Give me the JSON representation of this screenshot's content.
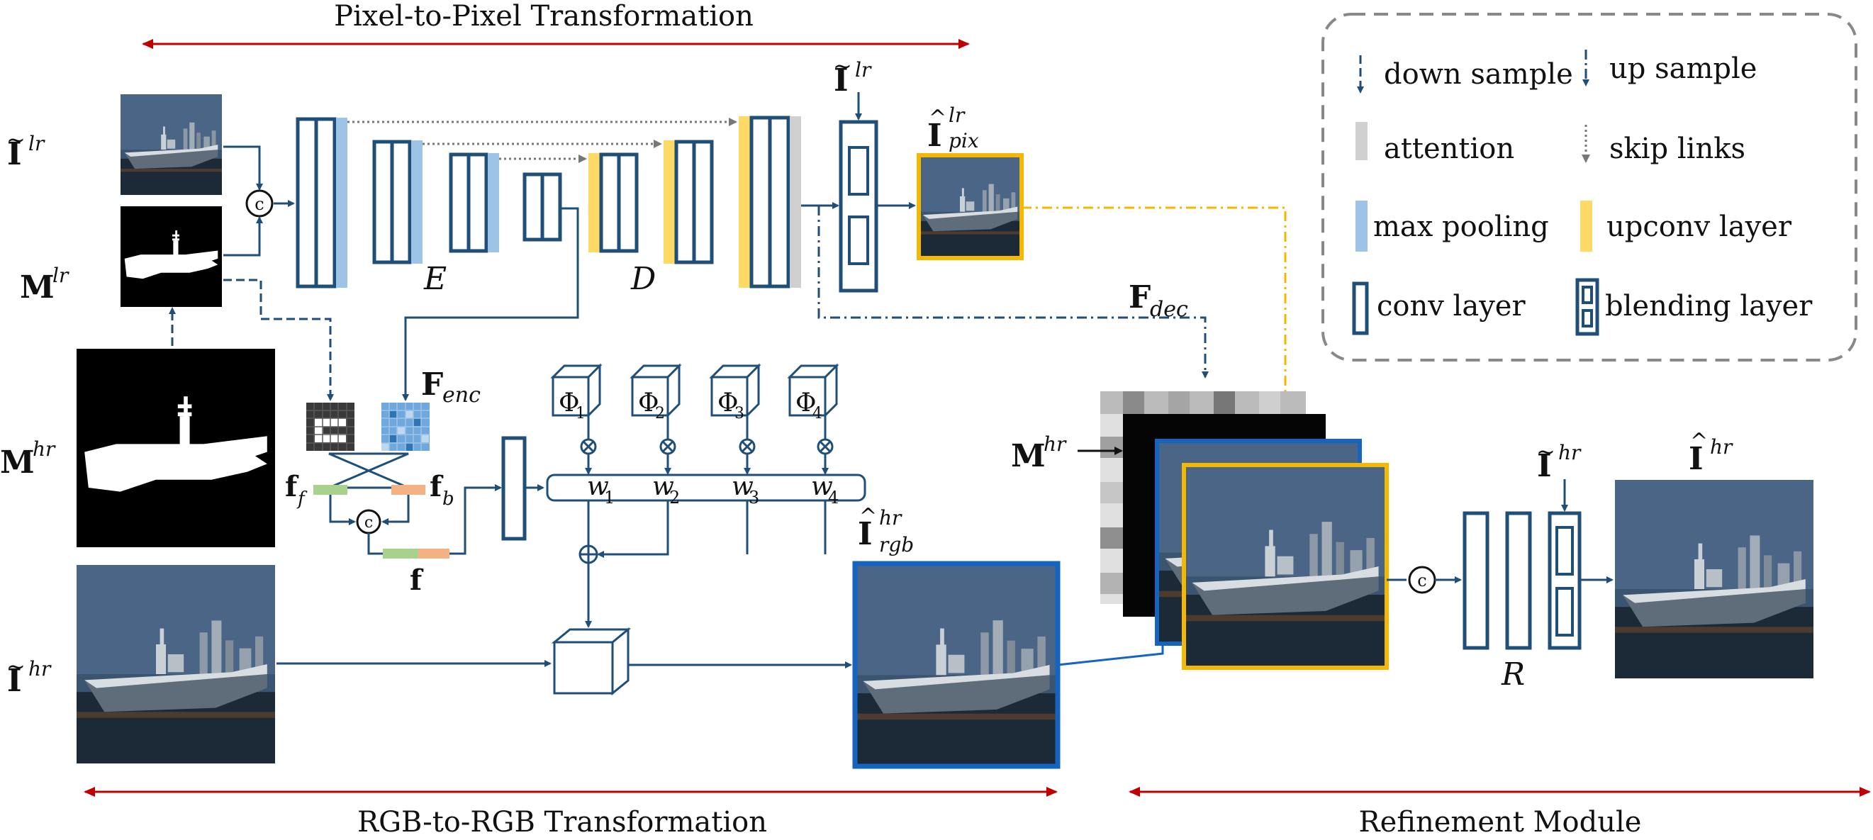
{
  "titles": {
    "pixel": "Pixel-to-Pixel Transformation",
    "rgb": "RGB-to-RGB Transformation",
    "refine": "Refinement Module"
  },
  "legend": {
    "down_sample": "down sample",
    "up_sample": "up sample",
    "attention": "attention",
    "skip_links": "skip links",
    "max_pooling": "max pooling",
    "upconv_layer": "upconv layer",
    "conv_layer": "conv layer",
    "blending_layer": "blending layer"
  },
  "labels": {
    "I": "I",
    "M": "M",
    "F": "F",
    "f": "f",
    "sup_lr": "lr",
    "sup_hr": "hr",
    "sub_pix": "pix",
    "sub_rgb": "rgb",
    "sub_enc": "enc",
    "sub_dec": "dec",
    "sub_f": "f",
    "sub_b": "b",
    "E": "E",
    "D": "D",
    "R": "R",
    "phi": "Φ",
    "w": "w",
    "n1": "1",
    "n2": "2",
    "n3": "3",
    "n4": "4",
    "concat": "c"
  },
  "colors": {
    "navy": "#1f4e79",
    "attention": "#d0d0d0",
    "maxpool": "#9dc3e6",
    "upconv": "#ffd966",
    "red": "#c00000",
    "yellow": "#f5b800",
    "blue": "#1565c0",
    "green": "#a9d18e",
    "orange": "#f4b183"
  }
}
